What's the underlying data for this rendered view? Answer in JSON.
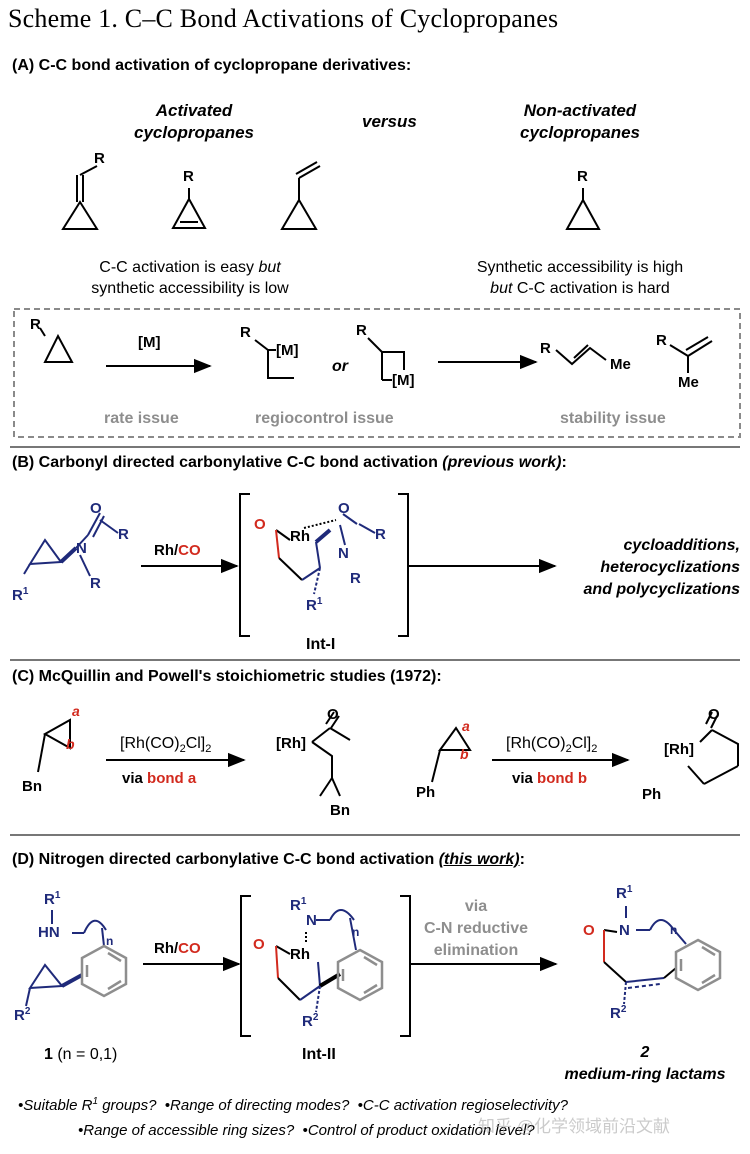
{
  "title": "Scheme 1. C–C Bond Activations of Cyclopropanes",
  "section_a": {
    "header": "(A) C-C bond activation of cyclopropane derivatives:",
    "activated_label_1": "Activated",
    "activated_label_2": "cyclopropanes",
    "versus": "versus",
    "nonactivated_label_1": "Non-activated",
    "nonactivated_label_2": "cyclopropanes",
    "r": "R",
    "left_note_1a": "C-C activation is easy ",
    "left_note_1b": "but",
    "left_note_2": "synthetic accessibility is low",
    "right_note_1": "Synthetic accessibility is high",
    "right_note_2a": "but",
    "right_note_2b": " C-C activation is hard",
    "metal": "[M]",
    "or": "or",
    "me": "Me",
    "rate_issue": "rate issue",
    "regio_issue": "regiocontrol issue",
    "stability_issue": "stability issue"
  },
  "section_b": {
    "header_a": "(B) Carbonyl directed carbonylative C-C bond activation ",
    "header_b": "(previous work)",
    "header_c": ":",
    "rh": "Rh",
    "slash": "/",
    "co": "CO",
    "o": "O",
    "n": "N",
    "r": "R",
    "r1": "R",
    "sup1": "1",
    "int": "Int-I",
    "product_1": "cycloadditions,",
    "product_2": "heterocyclizations",
    "product_3": "and polycyclizations"
  },
  "section_c": {
    "header": "(C) McQuillin and Powell's stoichiometric studies (1972):",
    "reagent_a": "[Rh(CO)",
    "sub2": "2",
    "reagent_b": "Cl]",
    "via": "via ",
    "bond_a": "bond a",
    "bond_b": "bond b",
    "a": "a",
    "b": "b",
    "bn": "Bn",
    "ph": "Ph",
    "rh": "[Rh]",
    "o": "O"
  },
  "section_d": {
    "header_a": "(D) Nitrogen directed carbonylative C-C bond activation ",
    "header_b": "(this work)",
    "header_c": ":",
    "r": "R",
    "sup1": "1",
    "sup2": "2",
    "hn": "HN",
    "n": "N",
    "nsub": "n",
    "rh": "Rh",
    "slash": "/",
    "co": "CO",
    "o": "O",
    "via_1": "via",
    "via_2": "C-N reductive",
    "via_3": "elimination",
    "compound_1_bold": "1",
    "compound_1_rest": " (n = 0,1)",
    "int": "Int-II",
    "compound_2": "2",
    "compound_2_label": "medium-ring lactams"
  },
  "questions": {
    "q1": "Suitable R",
    "q1_sup": "1",
    "q1_end": " groups?",
    "q2": "Range of directing modes?",
    "q3": "C-C activation regioselectivity?",
    "q4": "Range of accessible ring sizes?",
    "q5": "Control of product oxidation level?"
  },
  "watermark": "知乎 @化学领域前沿文献",
  "colors": {
    "red": "#d22a1e",
    "blue": "#1f2a7a",
    "grey": "#8e8e8e"
  }
}
